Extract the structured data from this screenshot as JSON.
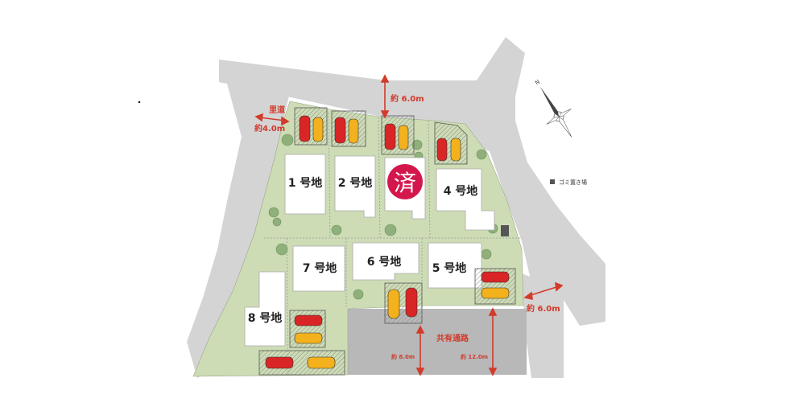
{
  "lots": [
    {
      "id": "lot1",
      "label": "1 号地"
    },
    {
      "id": "lot2",
      "label": "2 号地"
    },
    {
      "id": "lot3",
      "label": ""
    },
    {
      "id": "lot4",
      "label": "4 号地"
    },
    {
      "id": "lot5",
      "label": "5 号地"
    },
    {
      "id": "lot6",
      "label": "6 号地"
    },
    {
      "id": "lot7",
      "label": "7 号地"
    },
    {
      "id": "lot8",
      "label": "8 号地"
    }
  ],
  "sold_badge": "済",
  "road_labels": {
    "north_road_width": "約 6.0m",
    "satomichi": "里道",
    "satomichi_width": "約4.0m",
    "east_road_width": "約 6.0m",
    "shared_path": "共有通路",
    "path_width_a": "約 8.0m",
    "path_width_b": "約 12.0m"
  },
  "legend": {
    "garbage_label": "ゴミ置き場"
  },
  "compass": {
    "north_letter": "N"
  },
  "colors": {
    "road": "#d4d4d4",
    "land": "#cddcb5",
    "house": "#ffffff",
    "accent_red": "#d23a2a",
    "sold_badge": "#d3174c",
    "car_red": "#d92525",
    "car_yellow": "#f2b11d"
  }
}
